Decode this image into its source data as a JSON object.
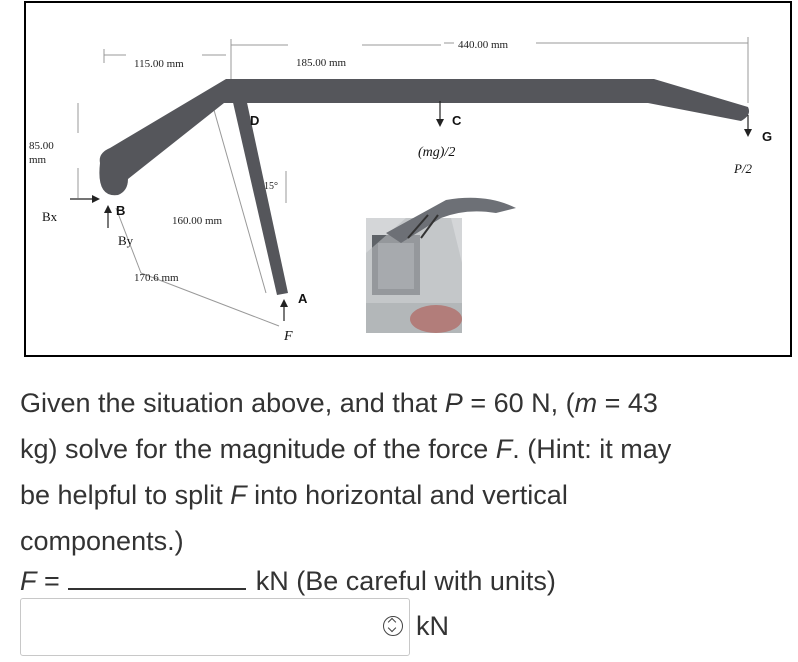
{
  "figure": {
    "dim_115": "115.00 mm",
    "dim_185": "185.00 mm",
    "dim_440": "440.00 mm",
    "dim_85_line1": "85.00",
    "dim_85_line2": "mm",
    "dim_160": "160.00 mm",
    "dim_170": "170.6 mm",
    "angle_15": "15°",
    "label_D": "D",
    "label_C": "C",
    "label_G": "G",
    "label_A": "A",
    "label_B": "B",
    "label_mg2": "(mg)/2",
    "label_P2": "P/2",
    "label_F": "F",
    "label_Bx": "Bx",
    "label_By": "By"
  },
  "question": {
    "line1_a": "Given the situation above, and that ",
    "line1_P": "P",
    "line1_b": " = 60 N, (",
    "line1_m": "m",
    "line1_c": " = 43",
    "line2_a": "kg) solve for the magnitude of the force ",
    "line2_F": "F",
    "line2_b": ". (Hint: it may",
    "line3_a": "be helpful to split ",
    "line3_F": "F",
    "line3_b": " into horizontal and vertical",
    "line4": "components.)"
  },
  "answer": {
    "var": "F",
    "eq": " =",
    "suffix": "kN (Be careful with units)",
    "input_value": "",
    "unit": "kN"
  }
}
